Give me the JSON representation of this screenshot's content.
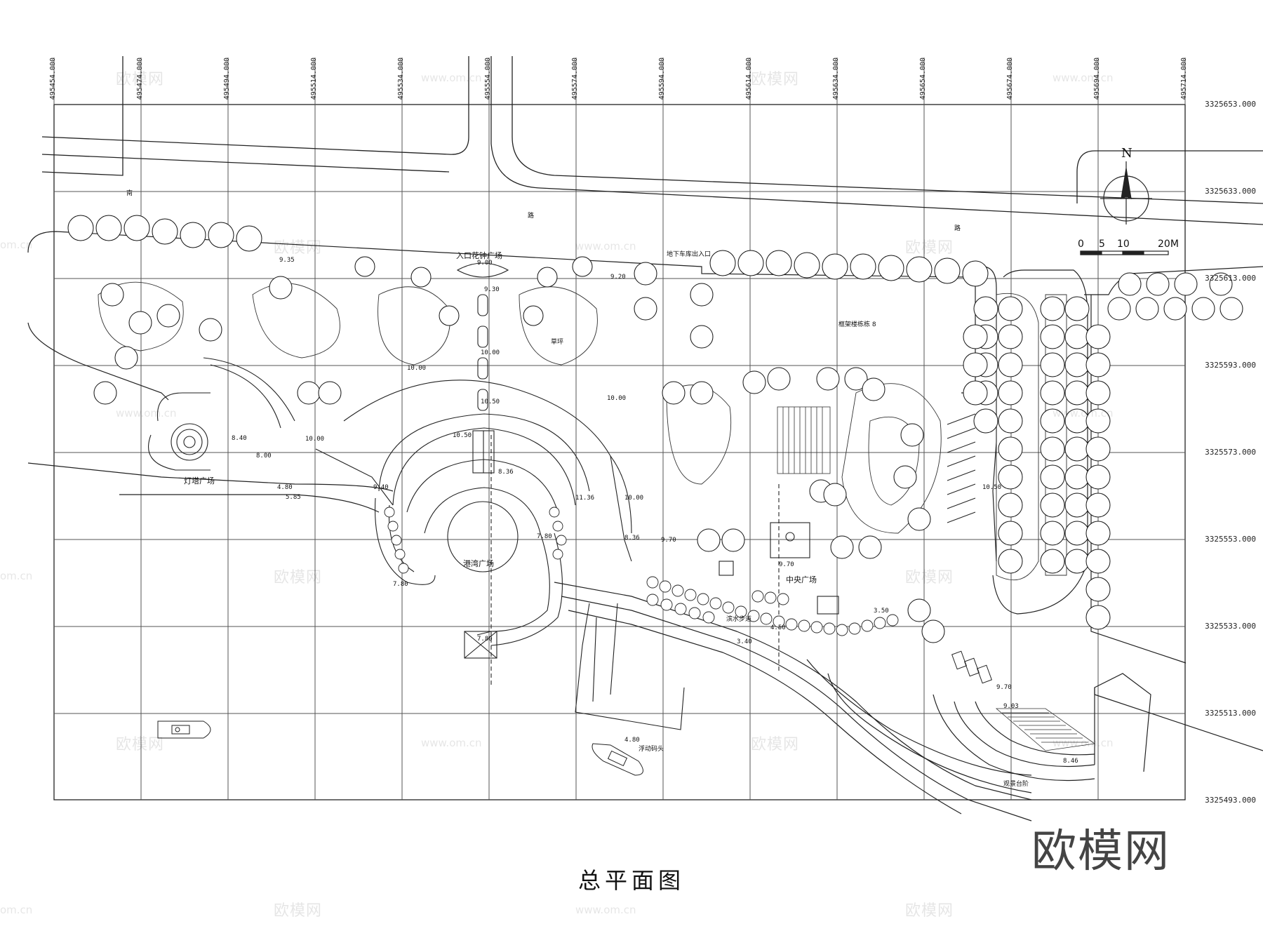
{
  "drawing": {
    "title": "总平面图",
    "brand_logo": "欧模网",
    "north_label": "N",
    "scale_labels": [
      "0",
      "5",
      "10",
      "20M"
    ]
  },
  "grid": {
    "x_coords": [
      "495454.000",
      "495474.000",
      "495494.000",
      "495514.000",
      "495534.000",
      "495554.000",
      "495574.000",
      "495594.000",
      "495614.000",
      "495634.000",
      "495654.000",
      "495674.000",
      "495694.000",
      "495714.000"
    ],
    "y_coords": [
      "3325653.000",
      "3325633.000",
      "3325613.000",
      "3325593.000",
      "3325573.000",
      "3325553.000",
      "3325533.000",
      "3325513.000",
      "3325493.000"
    ]
  },
  "labels": {
    "entrance_plaza": "入口花钟广场",
    "lantern_plaza": "灯塔广场",
    "harbor_plaza": "港湾广场",
    "center_plaza": "中央广场",
    "parking_entrance": "地下车库出入口",
    "building_8": "框架楼栋栋 8",
    "floating_dock": "浮动码头",
    "viewing_stair": "观景台阶",
    "bottom_path": "滨水步道",
    "road_south": "南",
    "road_mid": "路",
    "road_east": "路",
    "lawn": "草坪"
  },
  "elevations": [
    "9.35",
    "9.00",
    "9.30",
    "9.20",
    "10.00",
    "10.00",
    "10.50",
    "10.50",
    "10.00",
    "10.00",
    "9.40",
    "8.40",
    "8.00",
    "4.80",
    "5.85",
    "8.36",
    "11.36",
    "10.00",
    "8.36",
    "7.80",
    "9.70",
    "9.70",
    "10.50",
    "4.50",
    "3.50",
    "3.40",
    "4.80",
    "9.70",
    "9.03",
    "8.46",
    "7.80",
    "7.80"
  ],
  "watermarks": {
    "brand": "欧模网",
    "url": "www.om.cn",
    "url_short": "om.cn"
  }
}
